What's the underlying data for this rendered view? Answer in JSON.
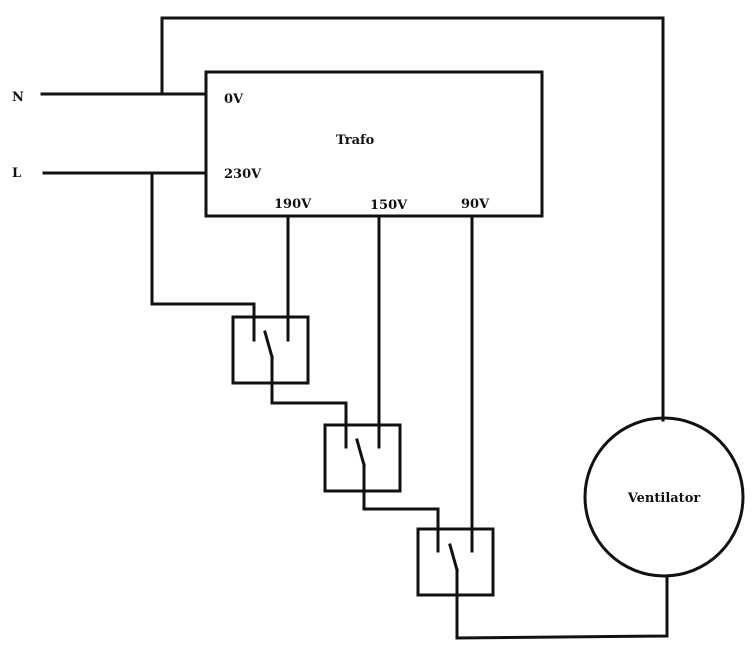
{
  "diagram": {
    "terminals": {
      "neutral": "N",
      "live": "L"
    },
    "transformer": {
      "title": "Trafo",
      "taps": {
        "in_0": "0V",
        "in_230": "230V",
        "out_190": "190V",
        "out_150": "150V",
        "out_90": "90V"
      }
    },
    "switches": [
      {
        "id": "switch-1",
        "tap": "190V"
      },
      {
        "id": "switch-2",
        "tap": "150V"
      },
      {
        "id": "switch-3",
        "tap": "90V"
      }
    ],
    "load": {
      "label": "Ventilator"
    }
  }
}
